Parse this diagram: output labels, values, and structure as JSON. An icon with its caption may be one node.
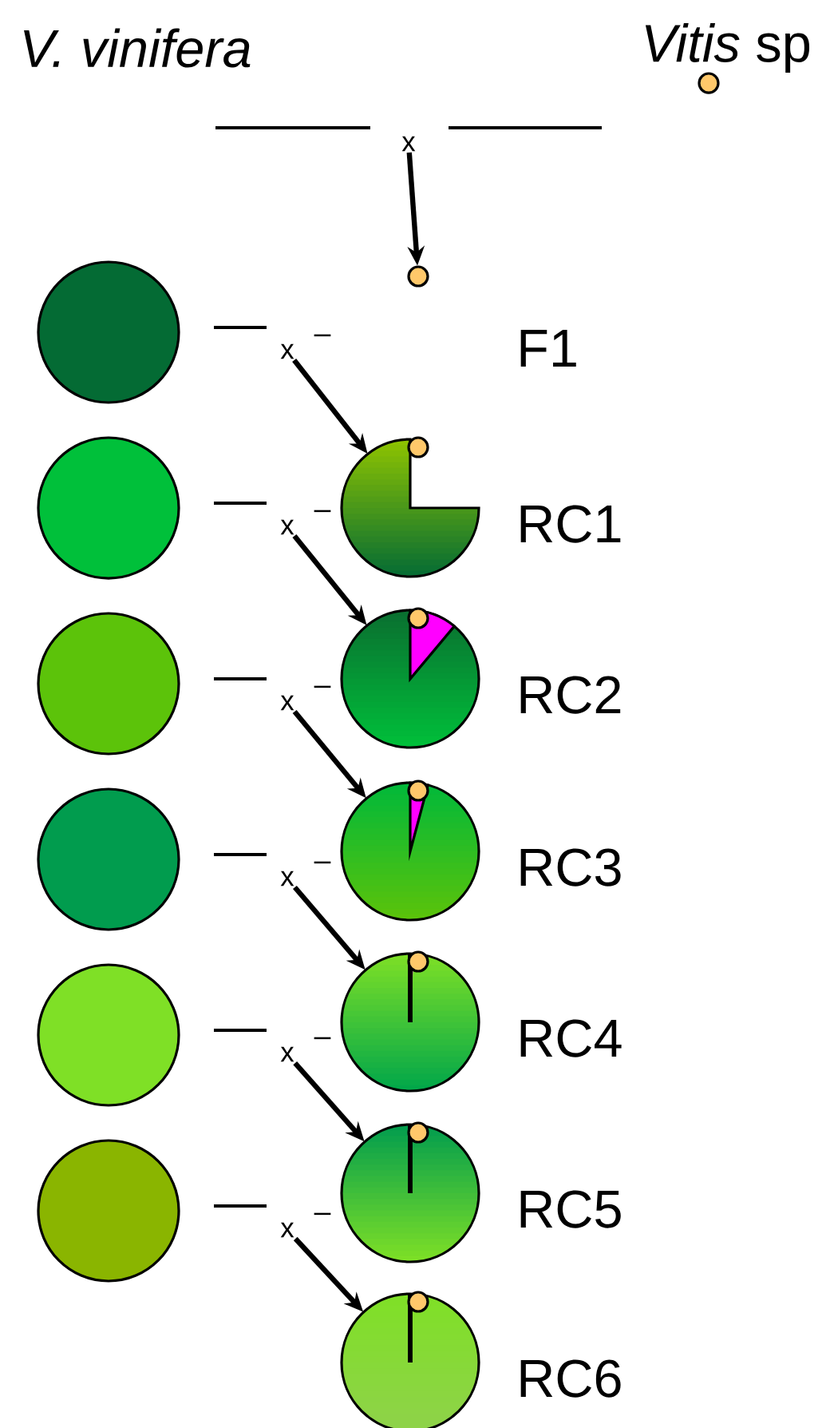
{
  "diagram": {
    "nodes": [
      {
        "text": [
          "V. vinifera"
        ]
      },
      {
        "text": [
          "*Vitis* sp"
        ]
      },
      {
        "text": [],
        "shape": "circle"
      },
      {
        "text": [
          "x"
        ]
      },
      {
        "text": [],
        "shape": "circle",
        "beside": [
          "F1"
        ]
      },
      {
        "text": [],
        "shape": "circle"
      },
      {
        "text": [
          "x"
        ]
      },
      {
        "text": [],
        "shape": "circle",
        "beside": [
          "RC1"
        ]
      },
      {
        "text": [],
        "shape": "circle"
      },
      {
        "text": [
          "x"
        ]
      },
      {
        "text": [],
        "shape": "circle",
        "beside": [
          "RC2"
        ]
      },
      {
        "text": [],
        "shape": "circle"
      },
      {
        "text": [
          "x"
        ]
      },
      {
        "text": [],
        "shape": "circle",
        "beside": [
          "RC3"
        ]
      },
      {
        "text": [],
        "shape": "circle"
      },
      {
        "text": [
          "x"
        ]
      },
      {
        "text": [],
        "shape": "circle",
        "beside": [
          "RC4"
        ]
      },
      {
        "text": [],
        "shape": "circle"
      },
      {
        "text": [
          "x"
        ]
      },
      {
        "text": [],
        "shape": "circle",
        "beside": [
          "RC5"
        ]
      },
      {
        "text": [],
        "shape": "circle"
      },
      {
        "text": [
          "x"
        ]
      },
      {
        "text": [],
        "shape": "circle",
        "beside": [
          "RC6"
        ]
      }
    ],
    "edges": [
      {
        "from": 3,
        "to": 4,
        "arrow": "to"
      },
      {
        "from": 6,
        "to": 7,
        "arrow": "to"
      },
      {
        "from": 9,
        "to": 10,
        "arrow": "to"
      },
      {
        "from": 12,
        "to": 13,
        "arrow": "to"
      },
      {
        "from": 15,
        "to": 16,
        "arrow": "to"
      },
      {
        "from": 18,
        "to": 19,
        "arrow": "to"
      },
      {
        "from": 21,
        "to": 22,
        "arrow": "to"
      }
    ],
    "labels": [
      "–",
      "–",
      "–",
      "–",
      "–",
      "–"
    ]
  }
}
